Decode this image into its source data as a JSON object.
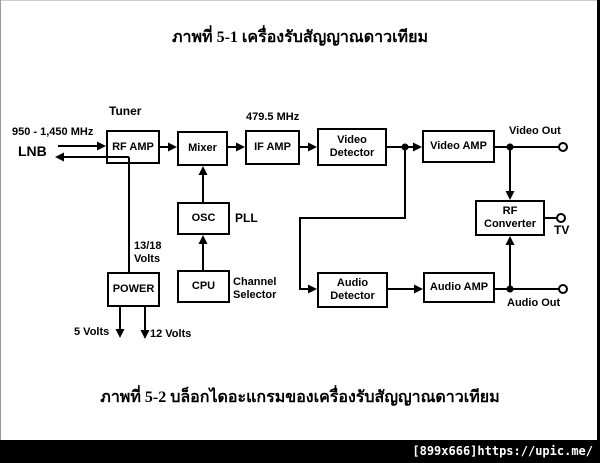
{
  "titles": {
    "top": "ภาพที่ 5-1  เครื่องรับสัญญาณดาวเทียม",
    "bottom": "ภาพที่ 5-2  บล็อกไดอะแกรมของเครื่องรับสัญญาณดาวเทียม"
  },
  "blocks": {
    "rf_amp": "RF AMP",
    "mixer": "Mixer",
    "if_amp": "IF AMP",
    "video_detector": "Video Detector",
    "video_amp": "Video AMP",
    "rf_converter": "RF Converter",
    "osc": "OSC",
    "cpu": "CPU",
    "power": "POWER",
    "audio_detector": "Audio Detector",
    "audio_amp": "Audio AMP"
  },
  "labels": {
    "tuner": "Tuner",
    "input_freq": "950 - 1,450 MHz",
    "lnb": "LNB",
    "if_freq": "479.5 MHz",
    "pll": "PLL",
    "channel_selector": "Channel Selector",
    "volts_13_18": "13/18 Volts",
    "volts_5": "5 Volts",
    "volts_12": "12 Volts",
    "video_out": "Video Out",
    "tv": "TV",
    "audio_out": "Audio Out"
  },
  "watermark": "[899x666]https://upic.me/",
  "colors": {
    "line": "#000000",
    "background": "#ffffff",
    "strip_background": "#000000",
    "watermark_text": "#ffffff"
  }
}
